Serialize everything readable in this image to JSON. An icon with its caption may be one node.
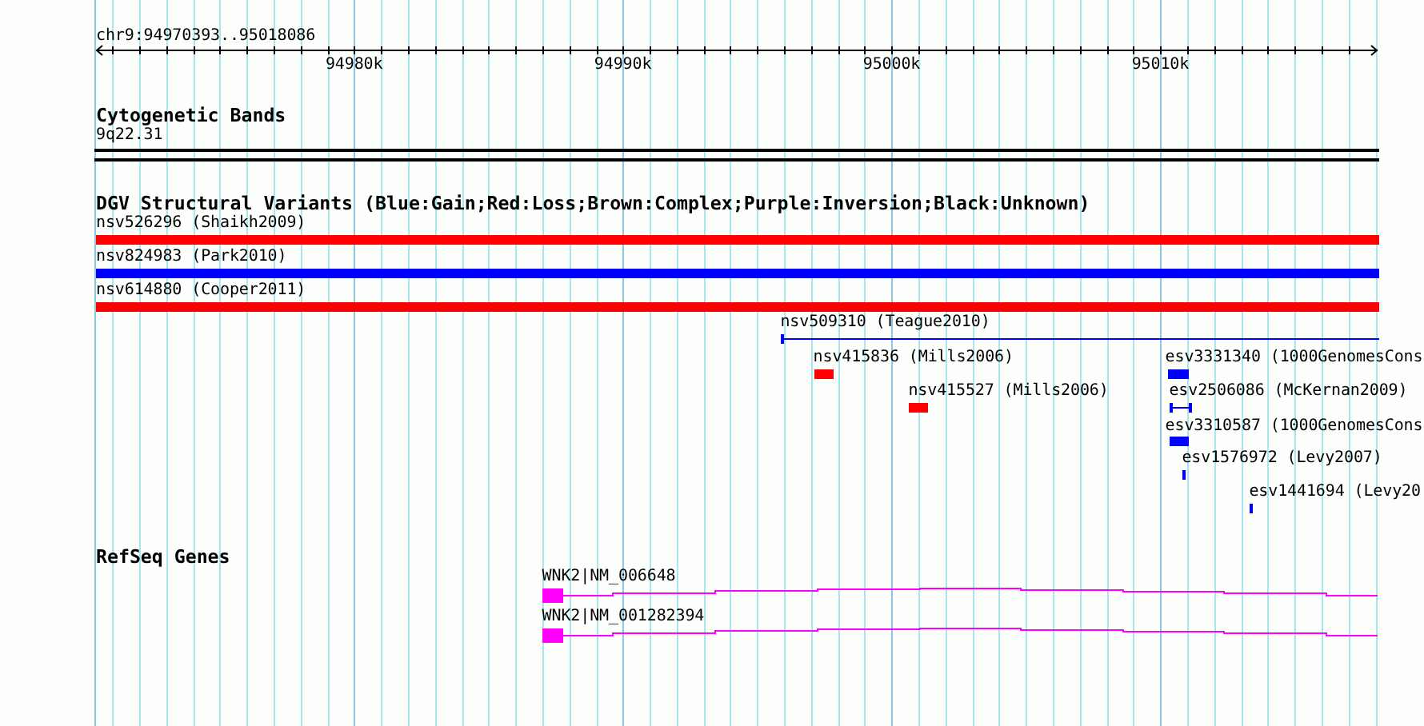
{
  "diagram": {
    "nodes": [
      {
        "text": [
          "9q22.31"
        ]
      },
      {
        "text": [
          "nsv526296 (Shaikh2009)"
        ]
      },
      {
        "text": [
          "nsv824983 (Park2010)"
        ]
      },
      {
        "text": [
          "nsv614880 (Cooper2011)"
        ]
      },
      {
        "text": [
          "nsv509310 (Teague2010)"
        ]
      },
      {
        "text": [
          "nsv415836 (Mills2006)"
        ]
      },
      {
        "text": [
          "esv3331340 (1000GenomesCons"
        ]
      },
      {
        "text": [
          "nsv415527 (Mills2006)"
        ]
      },
      {
        "text": [
          "esv2506086 (McKernan2009)"
        ]
      },
      {
        "text": [
          "esv3310587 (1000GenomesCons"
        ]
      },
      {
        "text": [
          "esv1576972 (Levy2007)"
        ]
      },
      {
        "text": [
          "esv1441694 (Levy20"
        ]
      },
      {
        "text": [
          "WNK2|NM_006648"
        ]
      },
      {
        "text": [
          "WNK2|NM_001282394"
        ]
      }
    ],
    "labels": [
      "chr9:94970393..95018086",
      "94980k",
      "94990k",
      "95000k",
      "95010k",
      "Cytogenetic Bands",
      "DGV Structural Variants (Blue:Gain;Red:Loss;Brown:Complex;Purple:Inversion;Black:Unknown)",
      "RefSeq Genes"
    ]
  }
}
